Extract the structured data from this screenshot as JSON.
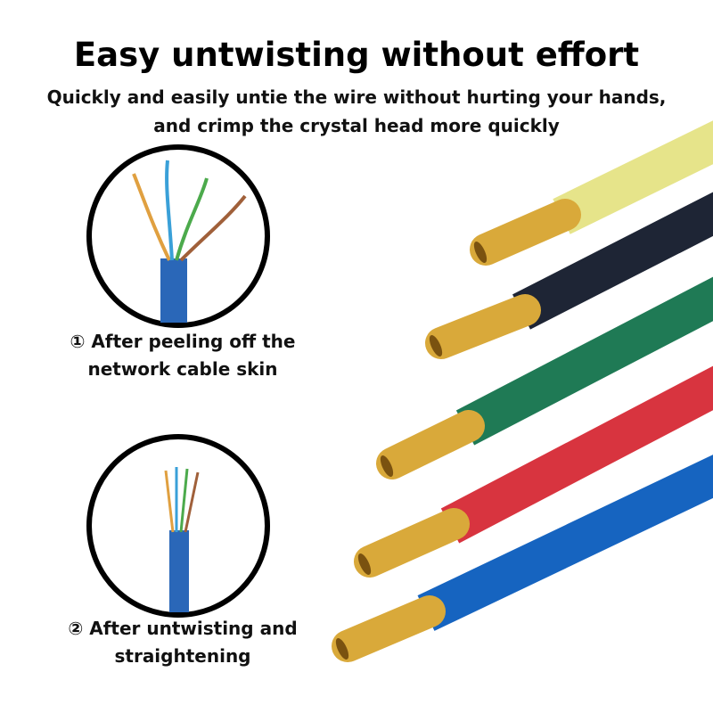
{
  "header": {
    "title": "Easy untwisting without effort",
    "subtitle_line1": "Quickly and easily untie the wire without hurting your hands,",
    "subtitle_line2": "and crimp the crystal head more quickly"
  },
  "steps": [
    {
      "line1": "① After peeling off the",
      "line2": "network cable skin"
    },
    {
      "line1": "② After untwisting and",
      "line2": "straightening"
    }
  ],
  "wires": [
    {
      "color": "#e6e48a",
      "name": "yellow"
    },
    {
      "color": "#1e2535",
      "name": "navy"
    },
    {
      "color": "#1f7a55",
      "name": "green"
    },
    {
      "color": "#d8343f",
      "name": "red"
    },
    {
      "color": "#1664c0",
      "name": "blue"
    }
  ],
  "colors": {
    "ferrule": "#d9a93a",
    "cable": "#2a67b8"
  }
}
